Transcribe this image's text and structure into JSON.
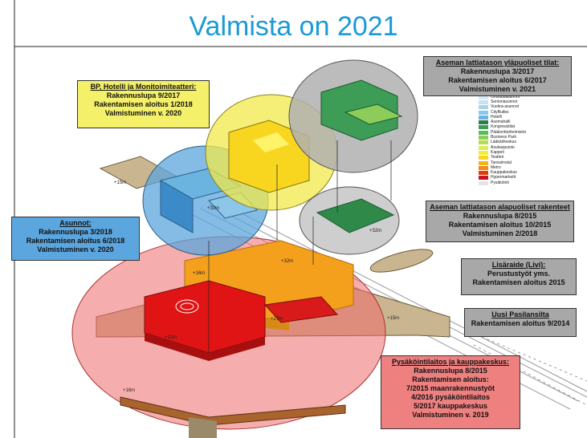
{
  "slide": {
    "title": "Valmista on 2021"
  },
  "boxes": {
    "upper_station": {
      "heading": "Aseman lattiatason yläpuoliset tilat:",
      "lines": [
        "Rakennuslupa 3/2017",
        "Rakentamisen aloitus 6/2017",
        "Valmistuminen v. 2021"
      ]
    },
    "hotel": {
      "heading": "BP, Hotelli ja Monitoimiteatteri:",
      "lines": [
        "Rakennuslupa 9/2017",
        "Rakentamisen aloitus 1/2018",
        "Valmistuminen v. 2020"
      ]
    },
    "housing": {
      "heading": "Asunnot:",
      "lines": [
        "Rakennuslupa 3/2018",
        "Rakentamisen aloitus 6/2018",
        "Valmistuminen v. 2020"
      ]
    },
    "lower_station": {
      "heading": "Aseman lattiatason alapuoliset rakenteet",
      "lines": [
        "Rakennuslupa 8/2015",
        "Rakentamisen aloitus 10/2015",
        "Valmistuminen 2/2018"
      ]
    },
    "track": {
      "heading": "Lisäraide (Livi):",
      "lines": [
        "Perustustyöt yms.",
        "Rakentamisen aloitus 2015"
      ]
    },
    "bridge": {
      "heading": "Uusi Pasilansilta",
      "lines": [
        "Rakentamisen aloitus 9/2014"
      ]
    },
    "parking": {
      "heading": "Pysäköintilaitos ja kauppakeskus:",
      "lines": [
        "Rakennuslupa 8/2015",
        "Rakentamisen aloitus:",
        "7/2015 maanrakennustyöt",
        "4/2016 pysäköintilaitos",
        "5/2017 kauppakeskus",
        "Valmistuminen v. 2019"
      ]
    }
  },
  "legend": [
    {
      "label": "Omistusasunnot",
      "color": "#d8ecf6"
    },
    {
      "label": "Senioriasunnot",
      "color": "#c4e2f2"
    },
    {
      "label": "Vuokra-asunnot",
      "color": "#a8d4ee"
    },
    {
      "label": "CityBuites",
      "color": "#8cc6e8"
    },
    {
      "label": "Hotelli",
      "color": "#6bb4e0"
    },
    {
      "label": "Asemahalli",
      "color": "#2a7e4a"
    },
    {
      "label": "Kongressitilat",
      "color": "#3d9c55"
    },
    {
      "label": "Pääkonttoritoimistot",
      "color": "#5cb85c"
    },
    {
      "label": "Business Park",
      "color": "#8ccc5a"
    },
    {
      "label": "Lääkärikeskus",
      "color": "#b6dc4e"
    },
    {
      "label": "Asukaspuisto",
      "color": "#dcec5c"
    },
    {
      "label": "Kappeli",
      "color": "#f4ec3c"
    },
    {
      "label": "Teatteri",
      "color": "#f8d620"
    },
    {
      "label": "Tanssiinstal",
      "color": "#f8b218"
    },
    {
      "label": "Metro",
      "color": "#f48a14"
    },
    {
      "label": "Kauppakeskus",
      "color": "#e03c10"
    },
    {
      "label": "Hypermarketit",
      "color": "#c8141e"
    },
    {
      "label": "Pysäköinti",
      "color": "#e4e4e4"
    }
  ],
  "height_labels": [
    "+15m",
    "+32m",
    "+32m",
    "+32m",
    "+16m",
    "+27m",
    "+22m",
    "+15m",
    "+16m"
  ],
  "colors": {
    "title": "#1a9ad6",
    "red_zone": "#ef6a6a",
    "blue_zone": "#5ba6de",
    "yellow_zone": "#f2ea4a",
    "green_zone": "#2f8a4a",
    "orange_block": "#f4a01c"
  }
}
